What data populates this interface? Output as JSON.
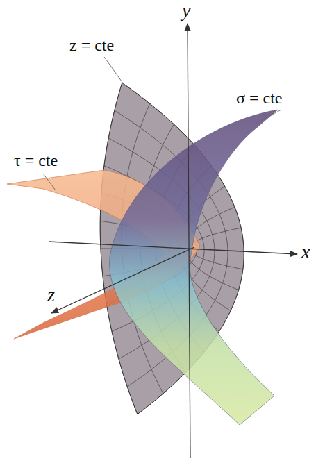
{
  "diagram": {
    "labels": [
      "z = cte",
      "y",
      "σ = cte",
      "τ = cte",
      "x",
      "z"
    ]
  }
}
